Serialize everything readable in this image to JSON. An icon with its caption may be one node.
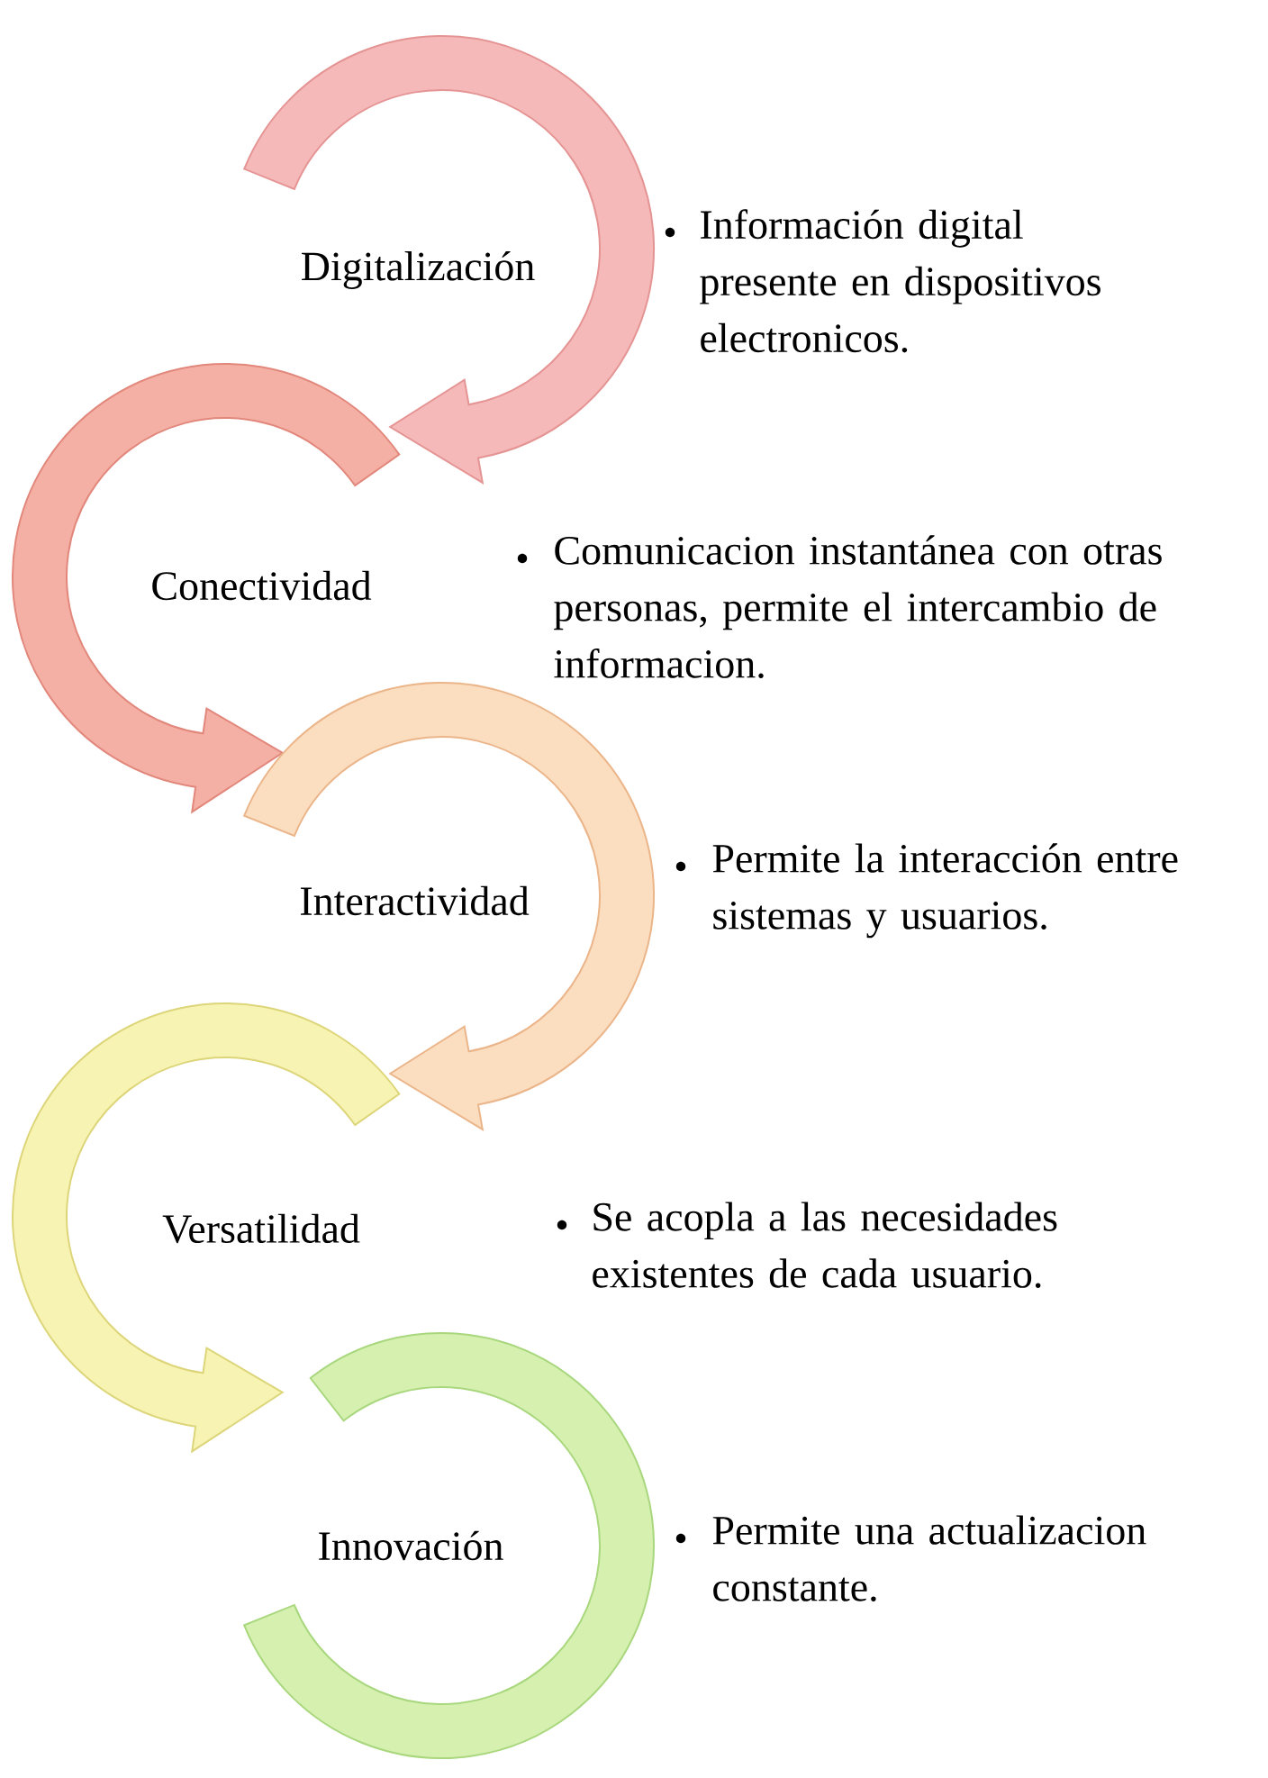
{
  "diagram": {
    "nodes": [
      {
        "text": [
          "Digitalización"
        ]
      },
      {
        "text": [
          "Conectividad"
        ]
      },
      {
        "text": [
          "Interactividad"
        ]
      },
      {
        "text": [
          "Versatilidad"
        ]
      },
      {
        "text": [
          "Innovación"
        ]
      }
    ],
    "labels": [
      "Información digital presente en dispositivos electronicos.",
      "Comunicacion instantánea con otras personas, permite el intercambio de informacion.",
      "Permite la interacción entre sistemas y usuarios.",
      "Se acopla a las necesidades existentes de cada usuario.",
      "Permite una actualizacion constante."
    ]
  }
}
